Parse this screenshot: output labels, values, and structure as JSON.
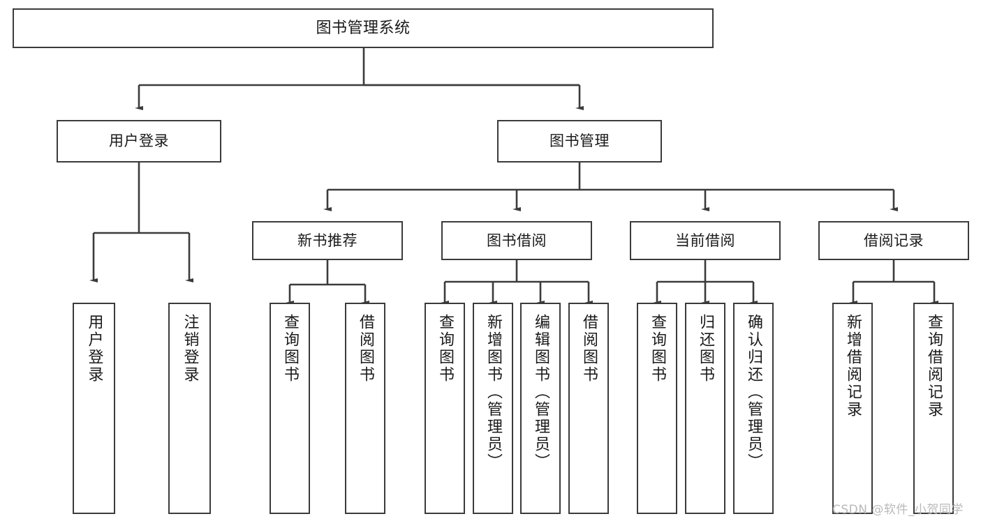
{
  "diagram": {
    "title": "图书管理系统",
    "type": "tree-hierarchy-chart",
    "watermark": "CSDN @软件_小贺同学",
    "colors": {
      "stroke": "#3b3b3b",
      "fill": "#ffffff",
      "text": "#1a1a1a",
      "watermark": "#b9b9b9"
    },
    "nodes": {
      "root": {
        "label": "图书管理系统"
      },
      "level1": [
        {
          "id": "user-login",
          "label": "用户登录"
        },
        {
          "id": "book-management",
          "label": "图书管理"
        }
      ],
      "level2": [
        {
          "id": "new-book-recommend",
          "label": "新书推荐"
        },
        {
          "id": "book-borrow",
          "label": "图书借阅"
        },
        {
          "id": "current-borrow",
          "label": "当前借阅"
        },
        {
          "id": "borrow-record",
          "label": "借阅记录"
        }
      ],
      "leaves": {
        "user_login": [
          {
            "id": "leaf-user-login",
            "label": "用户登录"
          },
          {
            "id": "leaf-logout-login",
            "label": "注销登录"
          }
        ],
        "new_book_recommend": [
          {
            "id": "leaf-query-book-1",
            "label": "查询图书"
          },
          {
            "id": "leaf-borrow-book-1",
            "label": "借阅图书"
          }
        ],
        "book_borrow": [
          {
            "id": "leaf-query-book-2",
            "label": "查询图书"
          },
          {
            "id": "leaf-add-book",
            "label": "新增图书（管理员）"
          },
          {
            "id": "leaf-edit-book",
            "label": "编辑图书（管理员）"
          },
          {
            "id": "leaf-borrow-book-2",
            "label": "借阅图书"
          }
        ],
        "current_borrow": [
          {
            "id": "leaf-query-book-3",
            "label": "查询图书"
          },
          {
            "id": "leaf-return-book",
            "label": "归还图书"
          },
          {
            "id": "leaf-confirm-return",
            "label": "确认归还（管理员）"
          }
        ],
        "borrow_record": [
          {
            "id": "leaf-add-borrow-record",
            "label": "新增借阅记录"
          },
          {
            "id": "leaf-query-borrow-record",
            "label": "查询借阅记录"
          }
        ]
      }
    }
  }
}
